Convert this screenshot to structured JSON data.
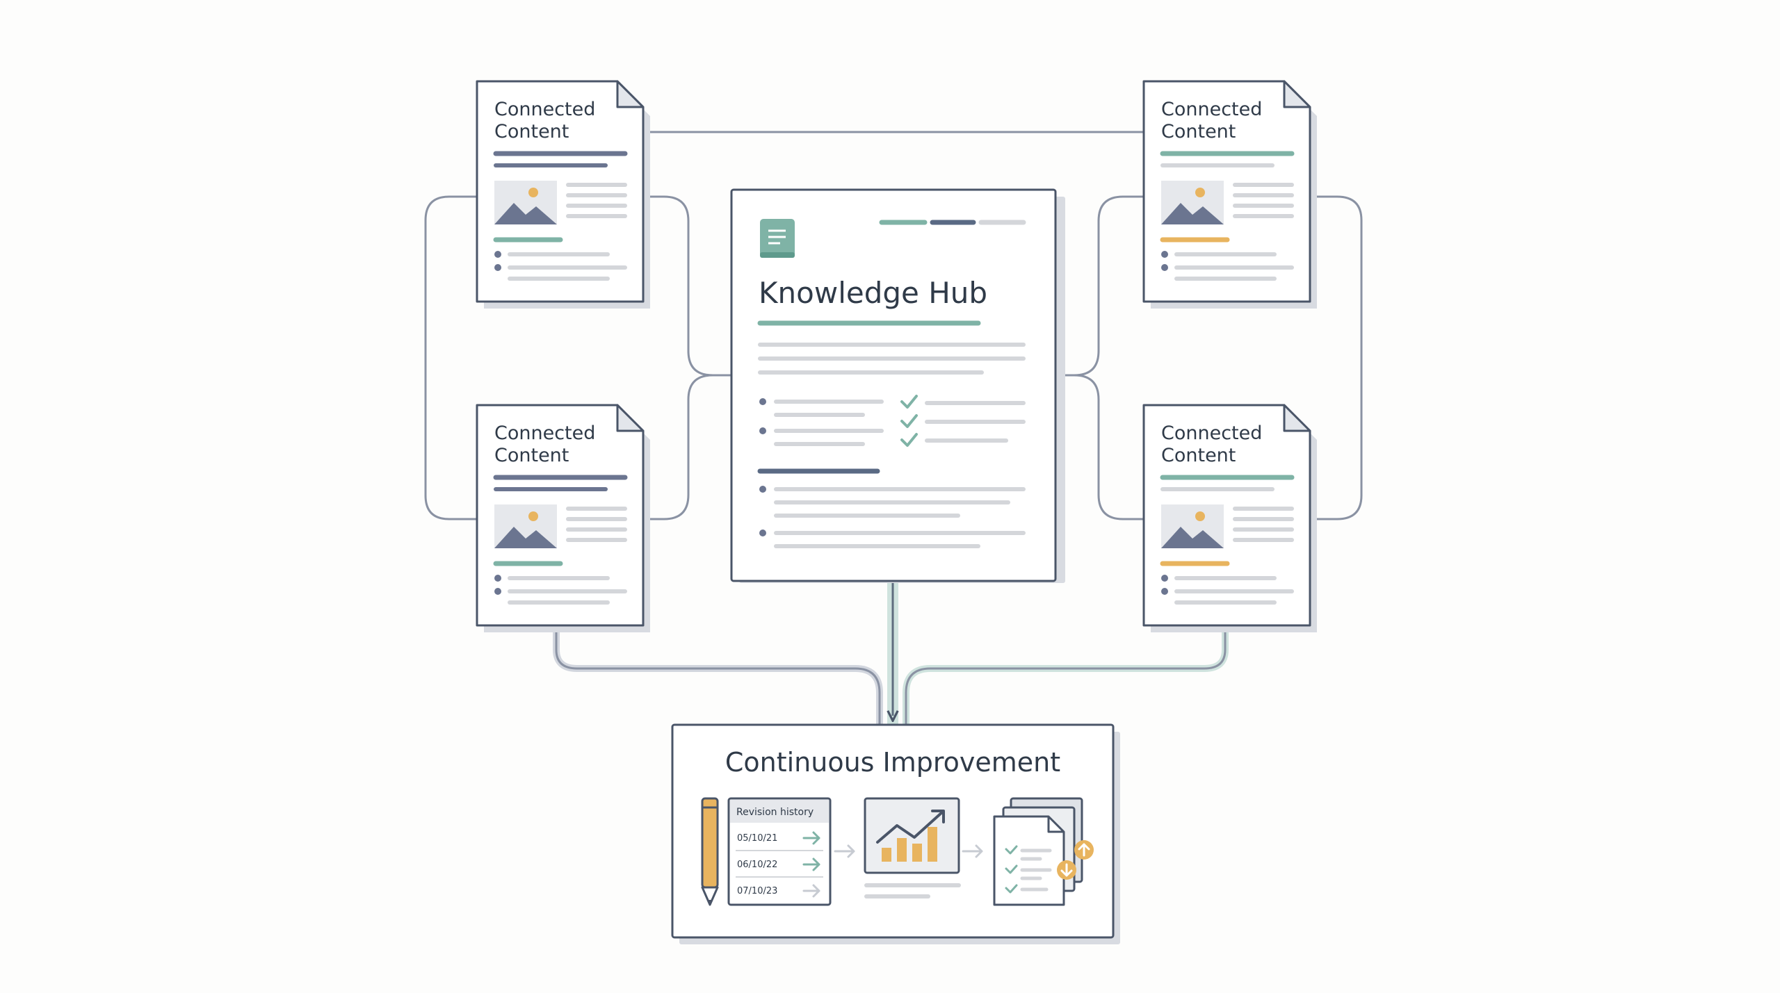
{
  "colors": {
    "background": "#fdfdfc",
    "outline": "#4a5568",
    "slate": "#6b7590",
    "teal": "#7fb3a6",
    "orange": "#e8b45f",
    "gray_line": "#d4d6da",
    "connector": "#8a92a3"
  },
  "hub": {
    "icon": "book-icon",
    "title": "Knowledge Hub"
  },
  "cards": [
    {
      "title_line1": "Connected",
      "title_line2": "Content",
      "icon": "image-icon"
    },
    {
      "title_line1": "Connected",
      "title_line2": "Content",
      "icon": "image-icon"
    },
    {
      "title_line1": "Connected",
      "title_line2": "Content",
      "icon": "image-icon"
    },
    {
      "title_line1": "Connected",
      "title_line2": "Content",
      "icon": "image-icon"
    }
  ],
  "improvement": {
    "title": "Continuous Improvement",
    "icons": [
      "pencil-icon",
      "chart-icon",
      "checklist-icon",
      "sync-icon"
    ],
    "revision": {
      "header": "Revision history",
      "entries": [
        "05/10/21",
        "06/10/22",
        "07/10/23"
      ]
    }
  }
}
